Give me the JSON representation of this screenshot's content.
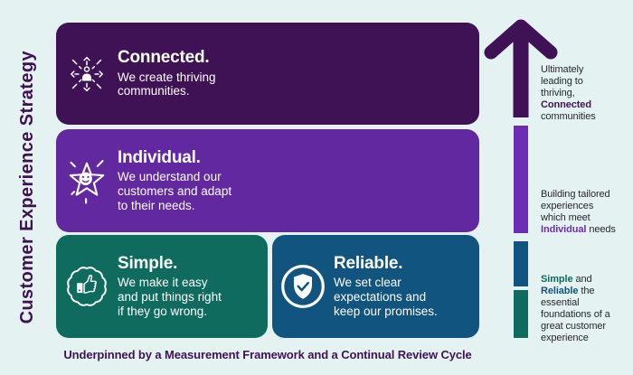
{
  "title": "Customer Experience Strategy",
  "colors": {
    "background": "#e4f3f1",
    "dark_purple": "#3e1254",
    "purple": "#61289f",
    "bright_purple": "#6c2db4",
    "teal": "#0e6b5e",
    "blue": "#10547f",
    "annotation_text": "#26262e",
    "box_text": "#ffffff"
  },
  "boxes": {
    "connected": {
      "title": "Connected.",
      "body": "We create thriving\ncommunities.",
      "icon": "person-network-icon",
      "color": "#3e1254"
    },
    "individual": {
      "title": "Individual.",
      "body": "We understand our\ncustomers and adapt\nto their needs.",
      "icon": "star-smiley-icon",
      "color": "#61289f"
    },
    "simple": {
      "title": "Simple.",
      "body": "We make it easy\nand put things right\nif they go wrong.",
      "icon": "thumbs-up-badge-icon",
      "color": "#0e6b5e"
    },
    "reliable": {
      "title": "Reliable.",
      "body": "We set clear\nexpectations and\nkeep our promises.",
      "icon": "shield-check-icon",
      "color": "#10547f"
    }
  },
  "footer": "Underpinned by a Measurement Framework and a Continual Review Cycle",
  "arrow": {
    "icon": "arrow-up-icon",
    "color": "#3e1254"
  },
  "annotations": {
    "connected": {
      "l1": "Ultimately",
      "l2": "leading to",
      "l3": "thriving,",
      "l4": "Connected",
      "l5": "communities"
    },
    "individual": {
      "l1": "Building tailored",
      "l2": "experiences",
      "l3": "which meet",
      "l4a": "Individual",
      "l4b": "needs"
    },
    "foundations": {
      "l1a": "Simple",
      "l1b": "and",
      "l2a": "Reliable",
      "l2b": "the",
      "l3": "essential",
      "l4": "foundations of a",
      "l5": "great customer",
      "l6": "experience"
    }
  }
}
